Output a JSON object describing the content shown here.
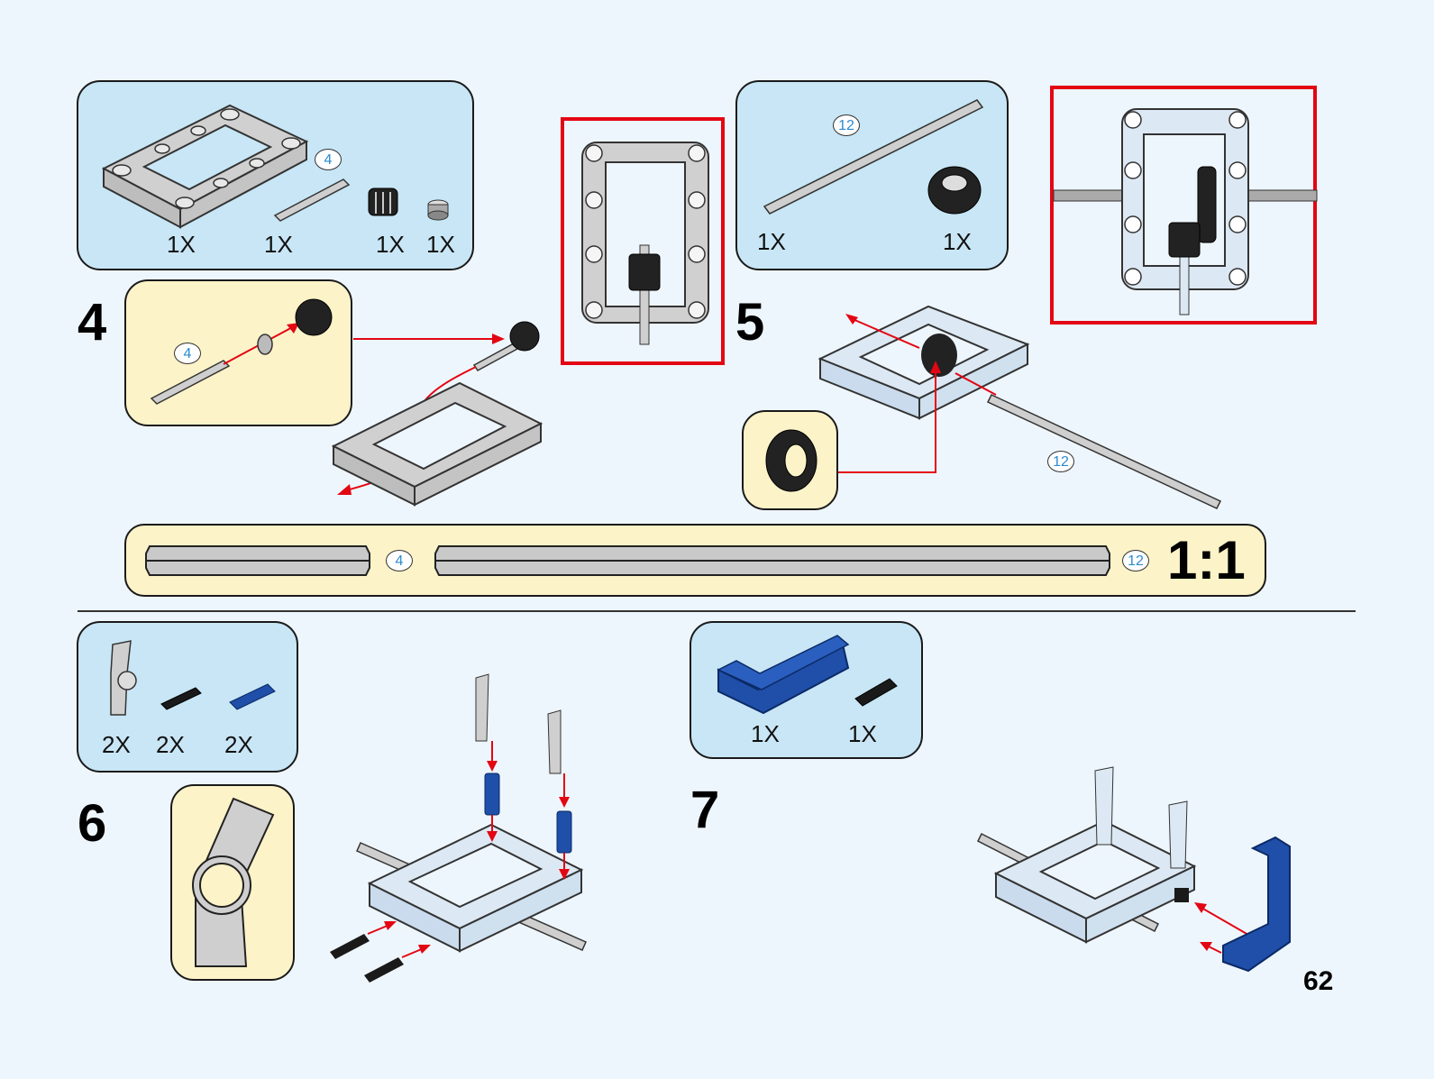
{
  "page_number": "62",
  "colors": {
    "background": "#eef6fd",
    "parts_panel": "#c8e6f5",
    "callout_panel": "#fdf3c8",
    "highlight_red": "#e30613",
    "length_label_blue": "#2a8bd0",
    "beam_blue": "#1f4fa8",
    "part_gray": "#cfcfcf"
  },
  "steps": [
    {
      "number": "4",
      "parts": [
        {
          "name": "5x7 open frame",
          "icon": "open-frame-icon",
          "qty": "1X"
        },
        {
          "name": "axle",
          "icon": "axle-icon",
          "length": "4",
          "qty": "1X"
        },
        {
          "name": "12-tooth double bevel gear",
          "icon": "gear-small-icon",
          "qty": "1X"
        },
        {
          "name": "half bush",
          "icon": "bush-icon",
          "qty": "1X"
        }
      ],
      "callout_length": "4"
    },
    {
      "number": "5",
      "parts": [
        {
          "name": "axle",
          "icon": "axle-icon",
          "length": "12",
          "qty": "1X"
        },
        {
          "name": "20-tooth double bevel gear",
          "icon": "gear-large-icon",
          "qty": "1X"
        }
      ],
      "assembly_length": "12"
    },
    {
      "number": "6",
      "parts": [
        {
          "name": "angle connector",
          "icon": "angle-connector-icon",
          "qty": "2X"
        },
        {
          "name": "black friction pin",
          "icon": "black-pin-icon",
          "qty": "2X"
        },
        {
          "name": "blue axle pin",
          "icon": "blue-pin-icon",
          "qty": "2X"
        }
      ]
    },
    {
      "number": "7",
      "parts": [
        {
          "name": "blue L-beam",
          "icon": "l-beam-icon",
          "qty": "1X"
        },
        {
          "name": "black friction pin",
          "icon": "black-pin-icon",
          "qty": "1X"
        }
      ]
    }
  ],
  "scale_bar": {
    "axles": [
      {
        "length": "4"
      },
      {
        "length": "12"
      }
    ],
    "ratio": "1:1"
  }
}
